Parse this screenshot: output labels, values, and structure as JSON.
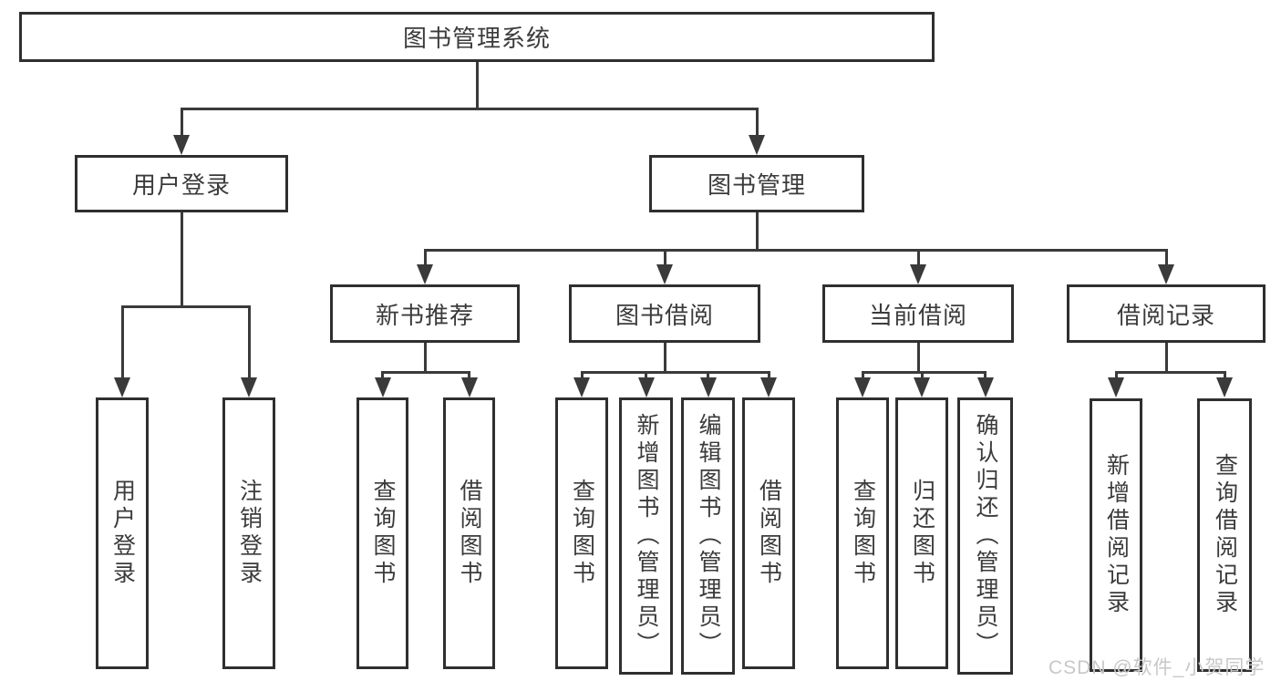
{
  "tree": {
    "root": {
      "label": "图书管理系统"
    },
    "children": [
      {
        "label": "用户登录",
        "children": [
          {
            "label": "用户登录"
          },
          {
            "label": "注销登录"
          }
        ]
      },
      {
        "label": "图书管理",
        "children": [
          {
            "label": "新书推荐",
            "children": [
              {
                "label": "查询图书"
              },
              {
                "label": "借阅图书"
              }
            ]
          },
          {
            "label": "图书借阅",
            "children": [
              {
                "label": "查询图书"
              },
              {
                "label": "新增图书（管理员）"
              },
              {
                "label": "编辑图书（管理员）"
              },
              {
                "label": "借阅图书"
              }
            ]
          },
          {
            "label": "当前借阅",
            "children": [
              {
                "label": "查询图书"
              },
              {
                "label": "归还图书"
              },
              {
                "label": "确认归还（管理员）"
              }
            ]
          },
          {
            "label": "借阅记录",
            "children": [
              {
                "label": "新增借阅记录"
              },
              {
                "label": "查询借阅记录"
              }
            ]
          }
        ]
      }
    ]
  },
  "watermark": {
    "text": "CSDN @软件_小贺同学"
  },
  "colors": {
    "line": "#3a3a3a",
    "box_border": "#2f2f2f",
    "box_fill": "#ffffff",
    "text": "#3b3b3b",
    "watermark": "#c8c8c8"
  }
}
